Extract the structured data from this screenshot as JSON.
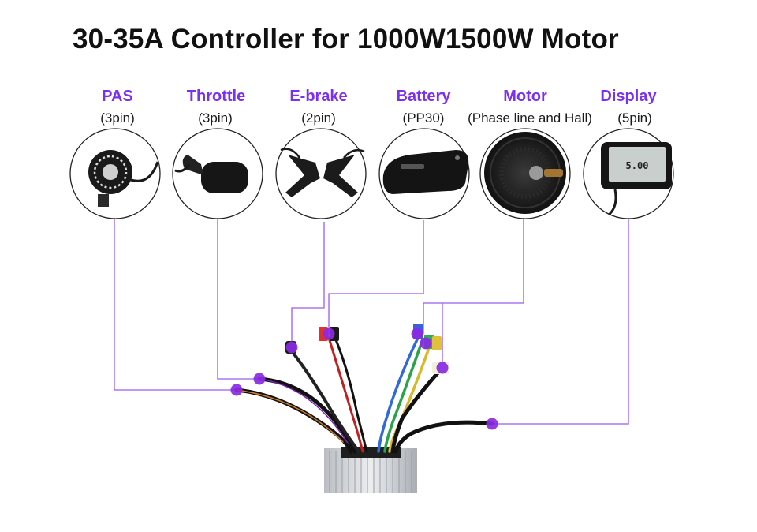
{
  "title": "30-35A Controller for 1000W1500W Motor",
  "accent_color": "#7b2ff0",
  "components": [
    {
      "key": "pas",
      "name": "PAS",
      "detail": "(3pin)",
      "icon": "pas-sensor-icon"
    },
    {
      "key": "throttle",
      "name": "Throttle",
      "detail": "(3pin)",
      "icon": "thumb-throttle-icon"
    },
    {
      "key": "ebrake",
      "name": "E-brake",
      "detail": "(2pin)",
      "icon": "brake-levers-icon"
    },
    {
      "key": "battery",
      "name": "Battery",
      "detail": "(PP30)",
      "icon": "battery-pack-icon"
    },
    {
      "key": "motor",
      "name": "Motor",
      "detail": "(Phase line and Hall)",
      "icon": "hub-motor-icon"
    },
    {
      "key": "display",
      "name": "Display",
      "detail": "(5pin)",
      "icon": "lcd-display-icon"
    }
  ],
  "display_reading": "5.00"
}
